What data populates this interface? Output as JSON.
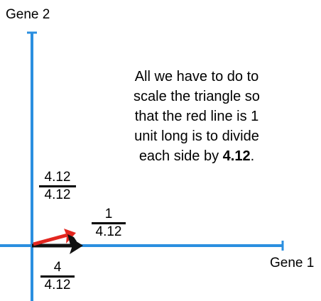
{
  "axes": {
    "y_label": "Gene 2",
    "x_label": "Gene 1",
    "color": "#2b8fe0"
  },
  "explanation": {
    "line1": "All we have to do to",
    "line2": "scale the triangle so",
    "line3": "that the red line is 1",
    "line4": "unit long is to divide",
    "line5_prefix": "each side by ",
    "line5_bold": "4.12",
    "line5_suffix": "."
  },
  "fractions": {
    "vertical": {
      "numerator": "4.12",
      "denominator": "4.12"
    },
    "hypotenuse": {
      "numerator": "1",
      "denominator": "4.12"
    },
    "horizontal": {
      "numerator": "4",
      "denominator": "4.12"
    }
  },
  "colors": {
    "red_line": "#e3261f",
    "black_arrow": "#111111"
  }
}
